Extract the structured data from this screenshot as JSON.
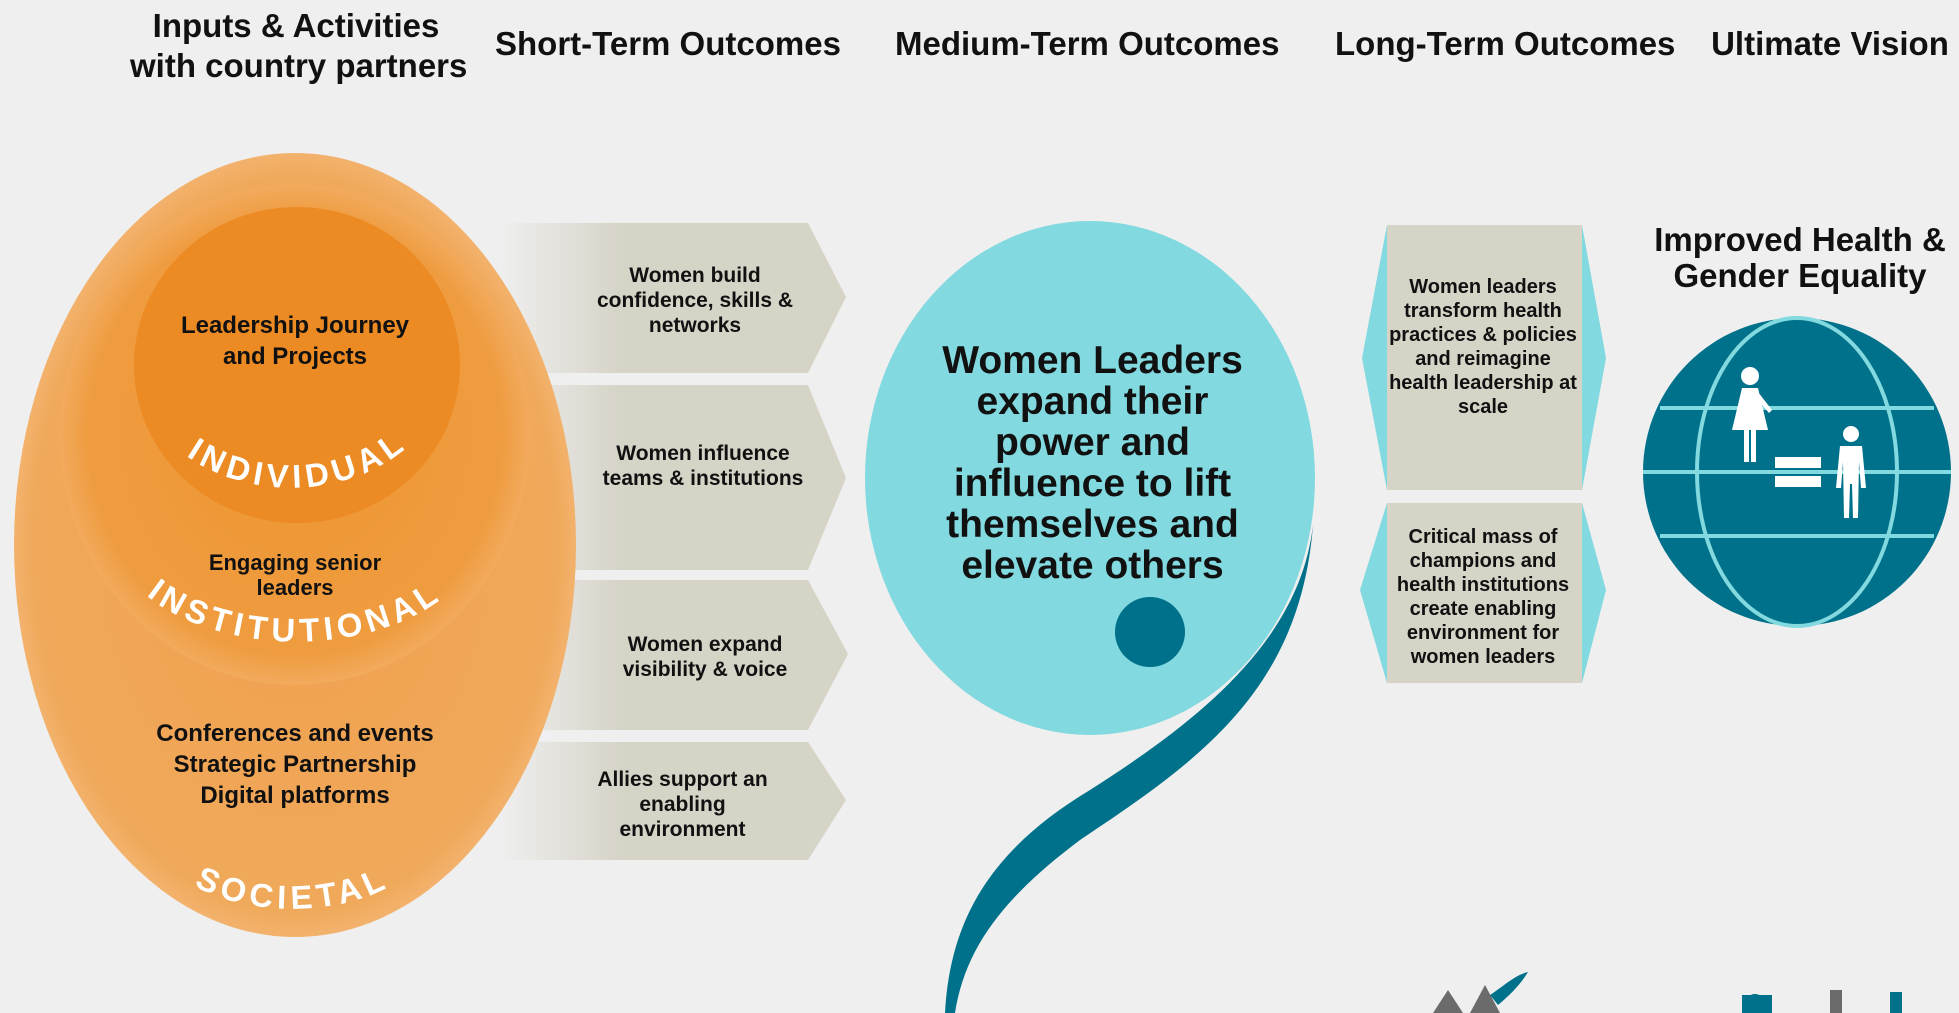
{
  "headers": {
    "inputs_line1": "Inputs & Activities",
    "inputs_line2": "with country partners",
    "short_term": "Short-Term Outcomes",
    "medium_term": "Medium-Term Outcomes",
    "long_term": "Long-Term Outcomes",
    "vision": "Ultimate Vision"
  },
  "levels": {
    "individual": "INDIVIDUAL",
    "institutional": "INSTITUTIONAL",
    "societal": "SOCIETAL",
    "individual_activity": "Leadership Journey and Projects",
    "institutional_activity": "Engaging senior leaders",
    "societal_activities": [
      "Conferences and events",
      "Strategic Partnership",
      "Digital platforms"
    ]
  },
  "short_term_outcomes": [
    "Women build confidence, skills & networks",
    "Women influence teams & institutions",
    "Women expand visibility & voice",
    "Allies support an enabling environment"
  ],
  "medium_term_outcome": "Women Leaders expand their power and influence to lift themselves and elevate others",
  "long_term_outcomes": [
    "Women leaders transform health practices & policies and reimagine health leadership at scale",
    "Critical mass of champions and health institutions create enabling environment for women leaders"
  ],
  "vision": {
    "title": "Improved Health & Gender Equality",
    "icon": "globe-gender-equality-icon"
  },
  "colors": {
    "background": "#efefef",
    "orange_outer": "#f0a95a",
    "orange_mid": "#ef9a3e",
    "orange_inner": "#ec8a24",
    "chevron": "#d6d3c7",
    "teal_light": "#82d9df",
    "teal_dark": "#00718a"
  }
}
